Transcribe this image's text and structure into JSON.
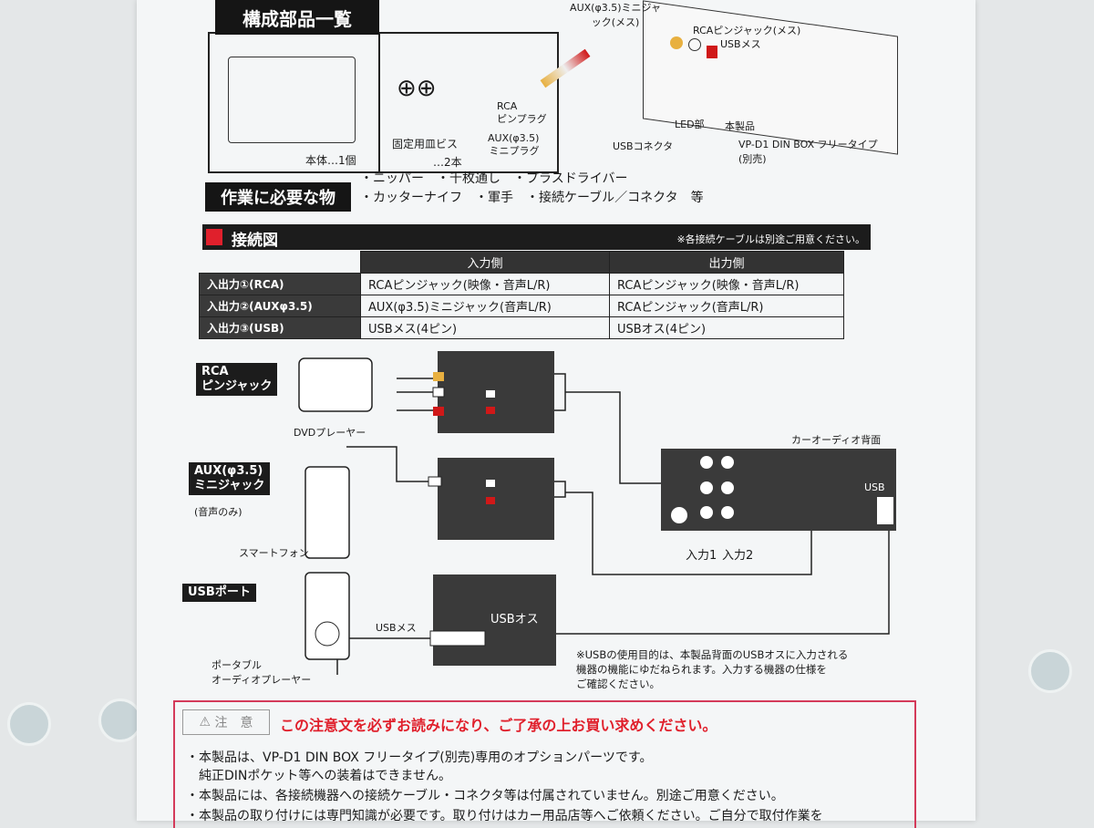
{
  "parts_section": {
    "title": "構成部品一覧",
    "main_unit": "本体…1個",
    "screws": "固定用皿ビス",
    "screws_qty": "…2本"
  },
  "product_diagram": {
    "aux_jack": "AUX(φ3.5)ミニジャック(メス)",
    "rca_jack": "RCAピンジャック(メス)",
    "usb_female": "USBメス",
    "rca_plug": "RCA\nピンプラグ",
    "aux_plug": "AUX(φ3.5)\nミニプラグ",
    "usb_connector": "USBコネクタ",
    "led": "LED部",
    "product": "本製品",
    "din_box": "VP-D1 DIN BOX フリータイプ",
    "din_box_note": "(別売)"
  },
  "tools_section": {
    "title": "作業に必要な物",
    "line1": "・ニッパー　・千枚通し　・プラスドライバー",
    "line2": "・カッターナイフ　・軍手　・接続ケーブル／コネクタ　等"
  },
  "wiring_section": {
    "title": "接続図",
    "note": "※各接続ケーブルは別途ご用意ください。"
  },
  "table": {
    "headers": [
      "入力側",
      "出力側"
    ],
    "rows": [
      {
        "label": "入出力①(RCA)",
        "input": "RCAピンジャック(映像・音声L/R)",
        "output": "RCAピンジャック(映像・音声L/R)"
      },
      {
        "label": "入出力②(AUXφ3.5)",
        "input": "AUX(φ3.5)ミニジャック(音声L/R)",
        "output": "RCAピンジャック(音声L/R)"
      },
      {
        "label": "入出力③(USB)",
        "input": "USBメス(4ピン)",
        "output": "USBオス(4ピン)"
      }
    ]
  },
  "diagram": {
    "rca_tag": "RCA\nピンジャック",
    "dvd": "DVDプレーヤー",
    "aux_tag": "AUX(φ3.5)\nミニジャック",
    "aux_note": "(音声のみ)",
    "smartphone": "スマートフォン",
    "usb_tag": "USBポート",
    "usb_female": "USBメス",
    "usb_male": "USBオス",
    "portable": "ポータブル\nオーディオプレーヤー",
    "car_audio": "カーオーディオ背面",
    "usb": "USB",
    "input1": "入力1",
    "input2": "入力2",
    "usb_note": "※USBの使用目的は、本製品背面のUSBオスに入力される\n機器の機能にゆだねられます。入力する機器の仕様を\nご確認ください。"
  },
  "caution": {
    "badge": "注　意",
    "headline": "この注意文を必ずお読みになり、ご了承の上お買い求めください。",
    "items": [
      "・本製品は、VP-D1 DIN BOX フリータイプ(別売)専用のオプションパーツです。",
      "　純正DINポケット等への装着はできません。",
      "・本製品には、各接続機器への接続ケーブル・コネクタ等は付属されていません。別途ご用意ください。",
      "・本製品の取り付けには専門知識が必要です。取り付けはカー用品店等へご依頼ください。ご自分で取付作業を"
    ]
  },
  "colors": {
    "accent_red": "#e0202c",
    "caution_red": "#d43a5a",
    "rca_yellow": "#e8b040",
    "rca_red": "#d01818"
  }
}
